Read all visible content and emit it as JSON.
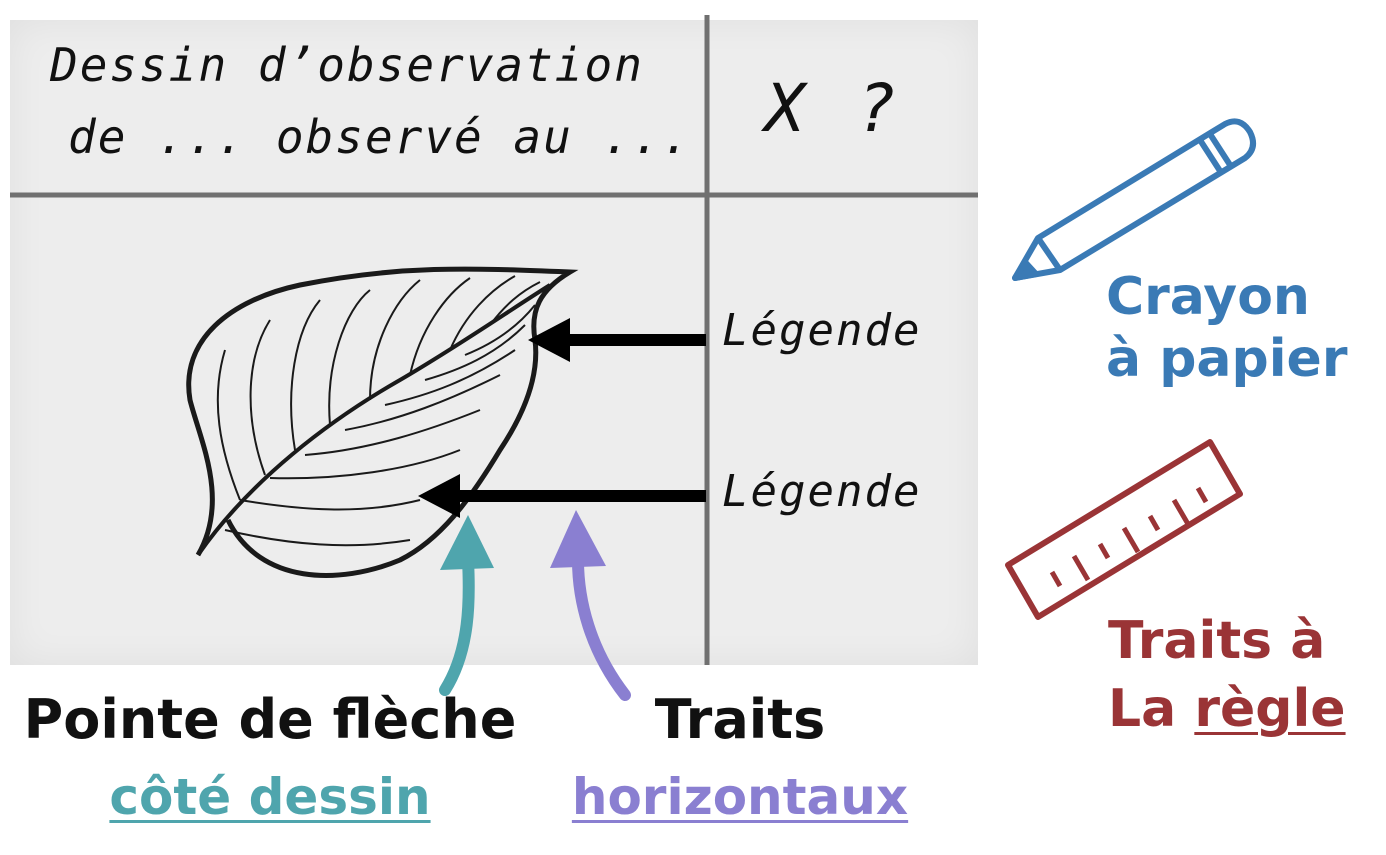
{
  "header": {
    "title_line1": "Dessin d’observation",
    "title_line2": "de ... observé au ...",
    "scale": "X ?"
  },
  "labels": {
    "legend_top": "Légende",
    "legend_bottom": "Légende"
  },
  "tools": {
    "pencil_line1": "Crayon",
    "pencil_line2": "à papier",
    "ruler_line1": "Traits à",
    "ruler_line2_prefix": "La ",
    "ruler_line2_underlined": "règle"
  },
  "notes": {
    "arrowhead_line1": "Pointe de flèche",
    "arrowhead_line2": "côté dessin",
    "horizontal_line1": "Traits",
    "horizontal_line2": "horizontaux"
  },
  "colors": {
    "pencil": "#3a7ab5",
    "ruler": "#9a3436",
    "arrowhead_note": "#4fa5ad",
    "horizontal_note": "#8a7fd1",
    "grid_lines": "#707070"
  },
  "icons": [
    "pencil-icon",
    "ruler-icon",
    "leaf-illustration"
  ]
}
